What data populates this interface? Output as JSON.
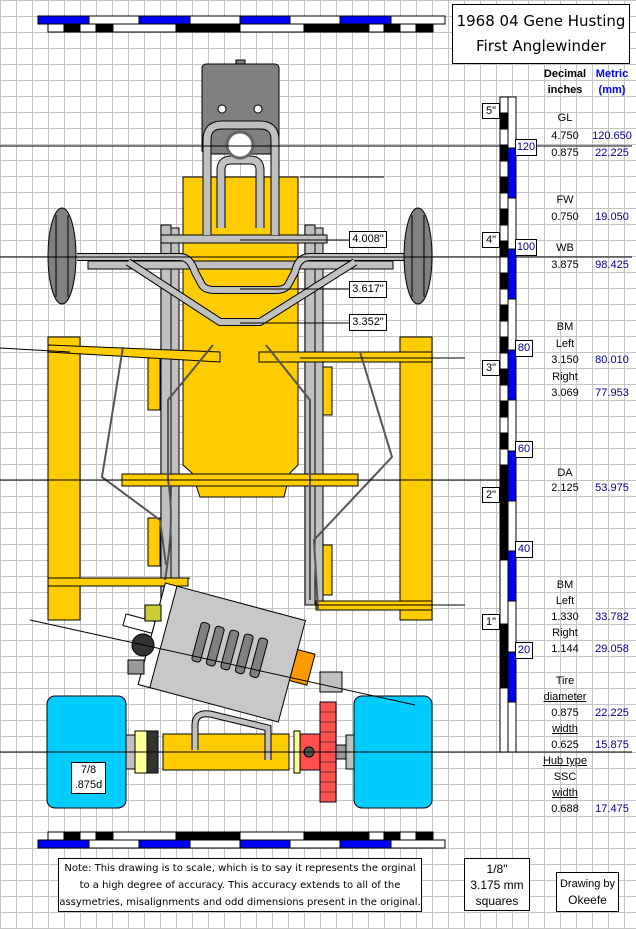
{
  "title": {
    "line1": "1968 04 Gene Husting",
    "line2": "First Anglewinder"
  },
  "headers": {
    "decimal": "Decimal",
    "decimal_sub": "inches",
    "metric": "Metric",
    "metric_sub": "(mm)"
  },
  "measurements": [
    {
      "label": "GL"
    },
    {
      "decimal": "4.750",
      "metric": "120.650"
    },
    {
      "decimal": "0.875",
      "metric": "22.225"
    },
    {
      "label": "FW"
    },
    {
      "decimal": "0.750",
      "metric": "19.050"
    },
    {
      "label": "WB"
    },
    {
      "decimal": "3.875",
      "metric": "98.425"
    },
    {
      "label": "BM"
    },
    {
      "label": "Left"
    },
    {
      "decimal": "3.150",
      "metric": "80.010"
    },
    {
      "label": "Right"
    },
    {
      "decimal": "3.069",
      "metric": "77.953"
    },
    {
      "label": "DA"
    },
    {
      "decimal": "2.125",
      "metric": "53.975"
    },
    {
      "label": "BM"
    },
    {
      "label": "Left"
    },
    {
      "decimal": "1.330",
      "metric": "33.782"
    },
    {
      "label": "Right"
    },
    {
      "decimal": "1.144",
      "metric": "29.058"
    },
    {
      "label": "Tire"
    },
    {
      "label": "diameter"
    },
    {
      "decimal": "0.875",
      "metric": "22.225"
    },
    {
      "label": "width"
    },
    {
      "decimal": "0.625",
      "metric": "15.875"
    },
    {
      "label": "Hub type"
    },
    {
      "label": "SSC"
    },
    {
      "label": "width"
    },
    {
      "decimal": "0.688",
      "metric": "17.475"
    }
  ],
  "ruler": {
    "inch_labels": [
      "5\"",
      "4\"",
      "3\"",
      "2\"",
      "1\""
    ],
    "mm_labels": [
      "120",
      "100",
      "80",
      "60",
      "40",
      "20"
    ]
  },
  "dimensions": {
    "d1": "4.008\"",
    "d2": "3.617\"",
    "d3": "3.352\""
  },
  "tire_label": {
    "line1": "7/8",
    "line2": ".875d"
  },
  "note": {
    "line1": "Note: This drawing is to scale, which is to say it represents the orginal",
    "line2": "to a high degree of accuracy.  This accuracy extends to all of the",
    "line3": "assymetries, misalignments and odd dimensions present in the original."
  },
  "scale_box": {
    "line1": "1/8\"",
    "line2": "3.175 mm",
    "line3": "squares"
  },
  "credit": {
    "line1": "Drawing by",
    "line2": "Okeefe"
  },
  "colors": {
    "chassis_yellow": "#ffcc00",
    "tube_gray": "#c0c0c0",
    "tire_cyan": "#00ccff",
    "metric_blue": "#0000ff",
    "gear_red": "#ff5050",
    "motor_gray": "#808080"
  }
}
